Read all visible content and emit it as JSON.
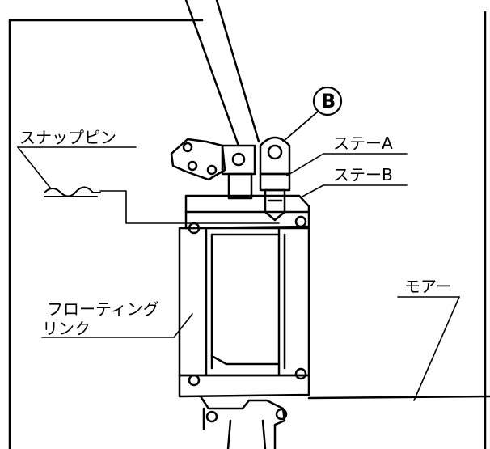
{
  "labels": {
    "callout_b": "B",
    "snap_pin": "スナップピン",
    "stay_a": "ステーA",
    "stay_b": "ステーB",
    "floating_link_line1": "フローティング",
    "floating_link_line2": "リンク",
    "mower": "モアー"
  }
}
